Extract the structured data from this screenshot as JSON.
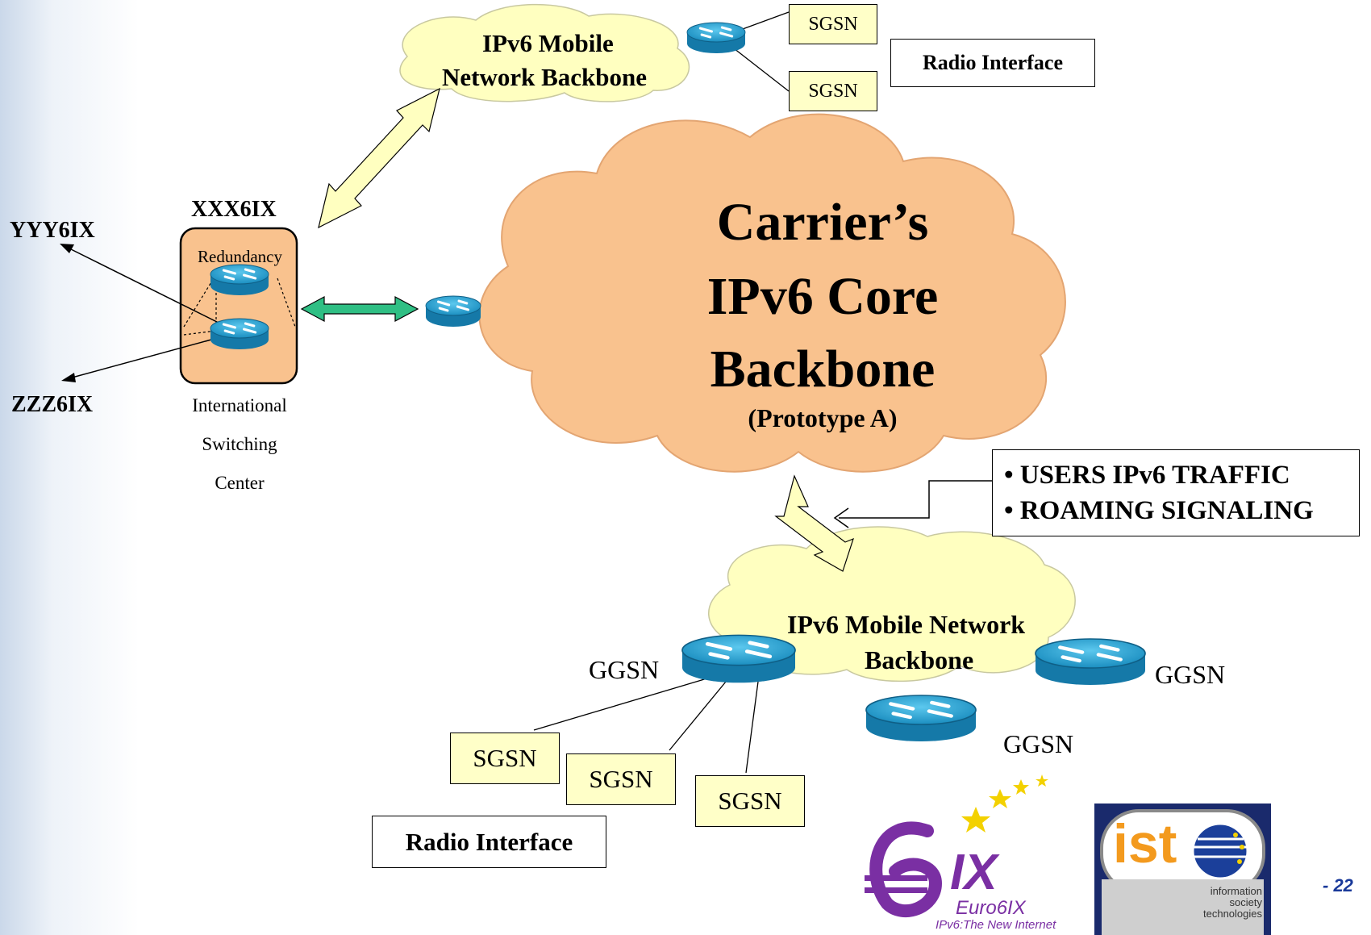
{
  "top_backbone": {
    "line1": "IPv6 Mobile",
    "line2": "Network Backbone"
  },
  "top_sgsn": [
    "SGSN",
    "SGSN"
  ],
  "top_radio_interface": "Radio Interface",
  "core": {
    "line1": "Carrier’s",
    "line2": "IPv6 Core",
    "line3": "Backbone",
    "sub": "(Prototype A)"
  },
  "exchange": {
    "title": "XXX6IX",
    "redundancy": "Redundancy",
    "caption": [
      "International",
      "Switching",
      "Center"
    ],
    "peer_top": "YYY6IX",
    "peer_bottom": "ZZZ6IX"
  },
  "traffic_box": {
    "items": [
      "• USERS IPv6 TRAFFIC",
      "• ROAMING SIGNALING"
    ]
  },
  "bottom_backbone": {
    "line1": "IPv6 Mobile Network",
    "line2": "Backbone"
  },
  "ggsn": [
    "GGSN",
    "GGSN",
    "GGSN"
  ],
  "bottom_sgsn": [
    "SGSN",
    "SGSN",
    "SGSN"
  ],
  "bottom_radio_interface": "Radio Interface",
  "logos": {
    "euro6ix_text": "Euro6IX",
    "euro6ix_tagline": "IPv6:The New Internet",
    "ist_text": "ist",
    "ist_caption": [
      "information",
      "society",
      "technologies"
    ]
  },
  "page_number": "- 22",
  "colors": {
    "cloud_core": "#f9c28e",
    "cloud_mobile": "#ffffc0",
    "box_fill": "#ffffc8",
    "arrow_fill": "#ffffc0",
    "green_arrow": "#2fbf84",
    "router": "#1aa3d6",
    "page_number": "#1a3a9a"
  }
}
